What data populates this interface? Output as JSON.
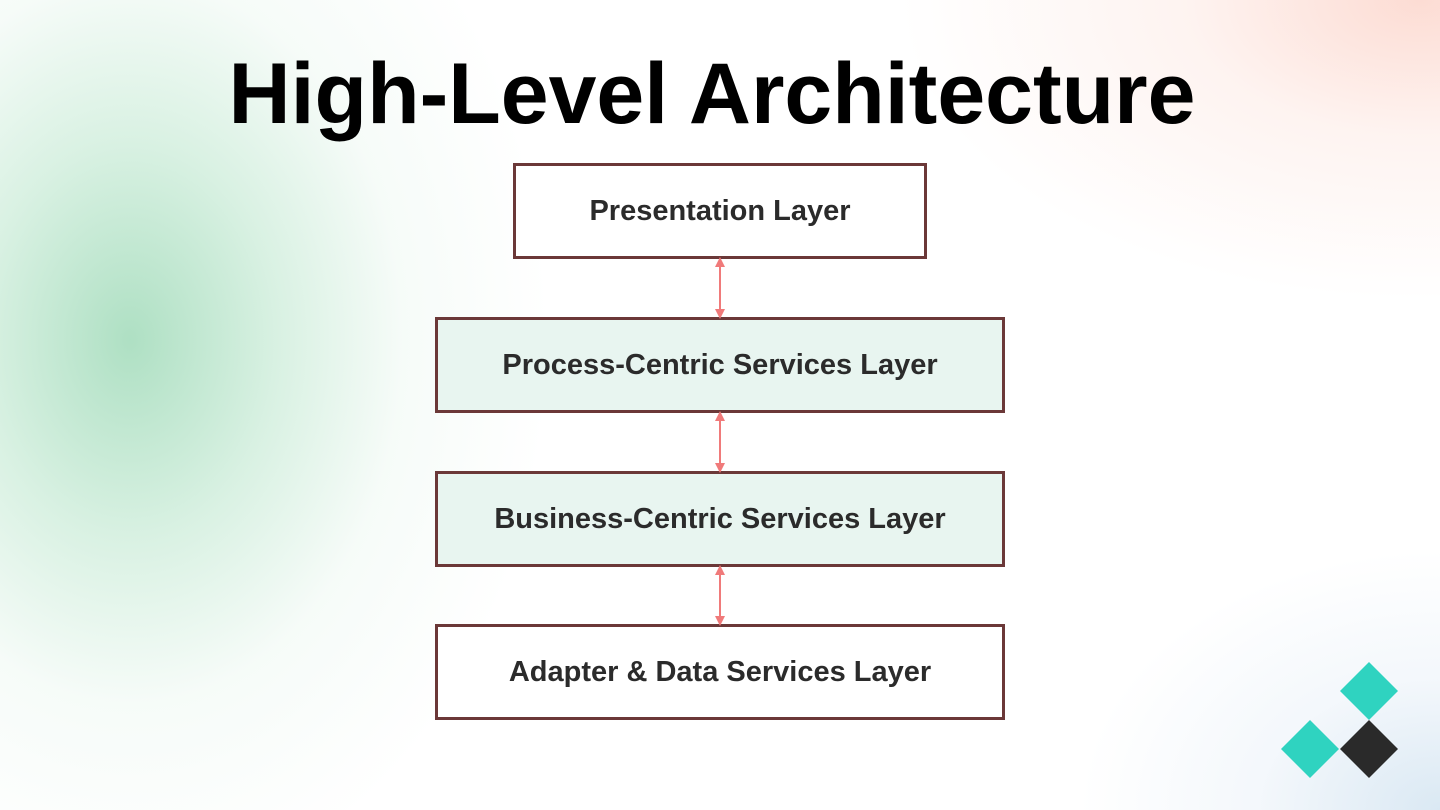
{
  "slide": {
    "title": "High-Level Architecture"
  },
  "layers": [
    {
      "label": "Presentation Layer"
    },
    {
      "label": "Process-Centric Services Layer"
    },
    {
      "label": "Business-Centric Services Layer"
    },
    {
      "label": "Adapter & Data Services Layer"
    }
  ],
  "colors": {
    "box_border": "#6b3838",
    "service_fill": "#e8f5f0",
    "arrow": "#f07a7a",
    "logo_teal": "#2fd3c0",
    "logo_dark": "#2a2a2a"
  }
}
